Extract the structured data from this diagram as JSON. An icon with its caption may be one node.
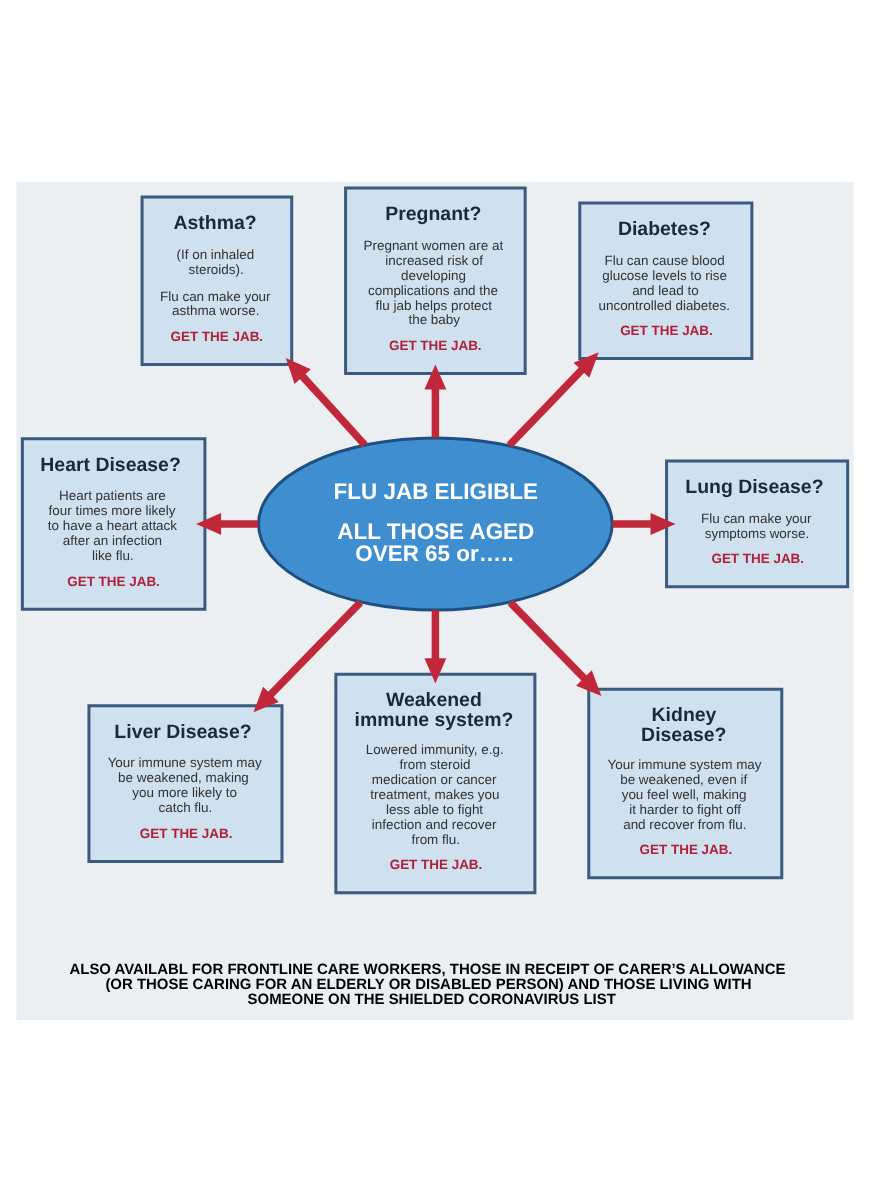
{
  "diagram": {
    "nodes": [
      {
        "text": [
          "Asthma?",
          "(If on inhaled steroids).",
          "Flu can make your asthma worse.",
          "GET THE JAB."
        ]
      },
      {
        "text": [
          "Pregnant?",
          "Pregnant women are at increased risk of developing complications and the flu jab helps protect the baby",
          "GET THE JAB."
        ]
      },
      {
        "text": [
          "Diabetes?",
          "Flu can cause blood glucose levels to rise and lead to uncontrolled diabetes.",
          "GET THE JAB."
        ]
      },
      {
        "text": [
          "Heart Disease?",
          "Heart patients are four times more likely to have a heart attack after an infection like flu.",
          "GET THE JAB."
        ]
      },
      {
        "text": [
          "FLU JAB ELIGIBLE",
          "ALL THOSE AGED OVER 65 or….."
        ]
      },
      {
        "text": [
          "Lung Disease?",
          "Flu can make your symptoms worse.",
          "GET THE JAB."
        ]
      },
      {
        "text": [
          "Liver Disease?",
          "Your immune system may be weakened, making you more likely to catch flu.",
          "GET THE JAB."
        ]
      },
      {
        "text": [
          "Weakened immune system?",
          "Lowered immunity, e.g. from steroid medication or cancer treatment, makes you less able to fight infection and recover from flu.",
          "GET THE JAB."
        ]
      },
      {
        "text": [
          "Kidney Disease?",
          "Your immune system may be weakened, even if you feel well, making it harder to fight off and recover from flu.",
          "GET THE JAB."
        ]
      }
    ],
    "edges": [
      {
        "from": 4,
        "to": 0,
        "arrow": "to"
      },
      {
        "from": 4,
        "to": 1,
        "arrow": "to"
      },
      {
        "from": 4,
        "to": 2,
        "arrow": "to"
      },
      {
        "from": 4,
        "to": 3,
        "arrow": "to"
      },
      {
        "from": 4,
        "to": 5,
        "arrow": "to"
      },
      {
        "from": 4,
        "to": 6,
        "arrow": "to"
      },
      {
        "from": 4,
        "to": 7,
        "arrow": "to"
      },
      {
        "from": 4,
        "to": 8,
        "arrow": "to"
      }
    ],
    "labels": [
      "ALSO AVAILABL FOR FRONTLINE CARE WORKERS, THOSE IN RECEIPT OF CARER’S ALLOWANCE (OR THOSE CARING FOR AN ELDERLY OR DISABLED PERSON) AND THOSE LIVING WITH SOMEONE ON THE SHIELDED CORONAVIRUS LIST"
    ]
  }
}
